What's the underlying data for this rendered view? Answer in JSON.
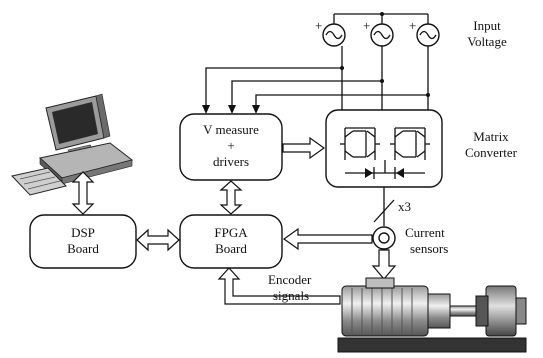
{
  "labels": {
    "input_voltage_1": "Input",
    "input_voltage_2": "Voltage",
    "matrix_1": "Matrix",
    "matrix_2": "Converter",
    "vmeasure_1": "V measure",
    "vmeasure_2": "+",
    "vmeasure_3": "drivers",
    "dsp_1": "DSP",
    "dsp_2": "Board",
    "fpga_1": "FPGA",
    "fpga_2": "Board",
    "current_1": "Current",
    "current_2": "sensors",
    "encoder_1": "Encoder",
    "encoder_2": "signals",
    "x3": "x3"
  },
  "sources": [
    {
      "plus": "+",
      "minus": "-"
    },
    {
      "plus": "+",
      "minus": "-"
    },
    {
      "plus": "+",
      "minus": "-"
    }
  ]
}
